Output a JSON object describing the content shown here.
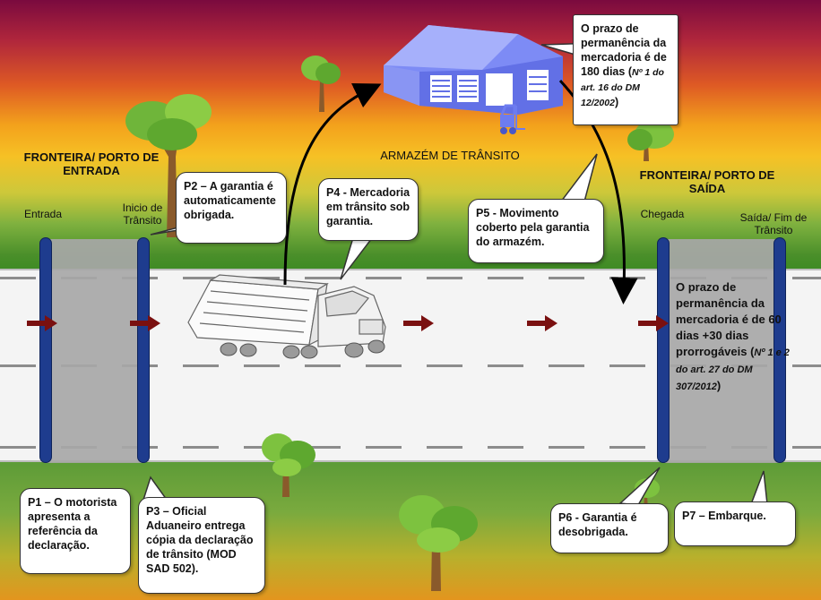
{
  "labels": {
    "entry_title": "FRONTEIRA/  PORTO DE ENTRADA",
    "exit_title": "FRONTEIRA/  PORTO DE SAÍDA",
    "warehouse": "ARMAZÉM DE TRÂNSITO",
    "entrada": "Entrada",
    "inicio_transito": "Inicio de Trânsito",
    "chegada": "Chegada",
    "saida_fim": "Saída/ Fim de Trânsito"
  },
  "callouts": {
    "p1": "P1 – O motorista apresenta a referência da declaração.",
    "p2": "P2 – A garantia é automaticamente obrigada.",
    "p3": "P3 – Oficial Aduaneiro entrega cópia da declaração de trânsito (MOD SAD 502).",
    "p4": "P4 - Mercadoria em trânsito sob garantia.",
    "p5": "P5 - Movimento coberto pela garantia do armazém.",
    "p6": "P6 - Garantia é desobrigada.",
    "p7": "P7 – Embarque.",
    "warehouse_time_main": "O prazo de permanência da mercadoria é de 180 dias  (",
    "warehouse_time_ref": "Nº 1 do art. 16 do DM 12/2002",
    "warehouse_time_end": ")",
    "exit_time_main": "O prazo de permanência da mercadoria é de 60 dias +30 dias prorrogáveis (",
    "exit_time_ref": "Nº 1 e 2 do art. 27 do DM 307/2012",
    "exit_time_end": ")"
  },
  "colors": {
    "post": "#1e3c8e",
    "flow_arrow": "#7a1010",
    "warehouse": "#6d7cf0"
  },
  "icons": [
    "truck-icon",
    "warehouse-icon",
    "forklift-icon",
    "tree-icon"
  ]
}
